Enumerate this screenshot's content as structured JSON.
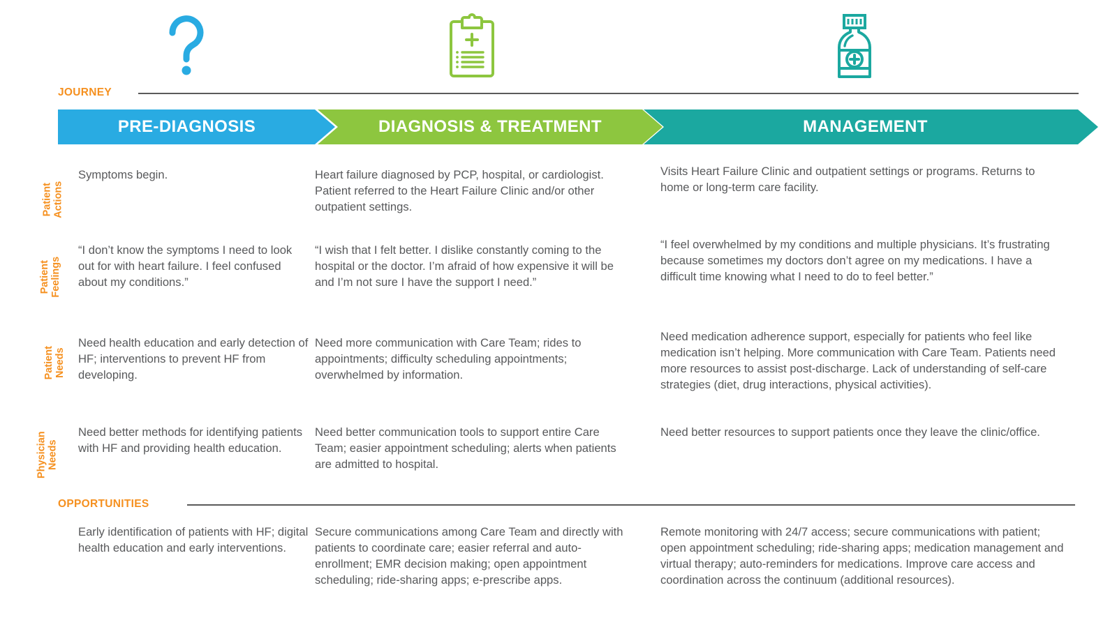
{
  "header": {
    "journey_label": "JOURNEY",
    "opportunities_label": "OPPORTUNITIES"
  },
  "colors": {
    "stage_pre_diagnosis": "#29ABE2",
    "stage_diagnosis_treatment": "#8DC63F",
    "stage_management": "#1BA8A0",
    "accent_orange": "#F5901F",
    "body_text": "#58595B",
    "rule": "#5A5A5A"
  },
  "icons": [
    {
      "name": "question-mark-icon",
      "color": "#29ABE2"
    },
    {
      "name": "medical-clipboard-icon",
      "color": "#8DC63F"
    },
    {
      "name": "medicine-bottle-icon",
      "color": "#1BA8A0"
    }
  ],
  "stages": [
    {
      "label": "PRE-DIAGNOSIS"
    },
    {
      "label": "DIAGNOSIS & TREATMENT"
    },
    {
      "label": "MANAGEMENT"
    }
  ],
  "row_labels": [
    "Patient\nActions",
    "Patient\nFeelings",
    "Patient\nNeeds",
    "Physician\nNeeds"
  ],
  "rows": {
    "patient_actions": {
      "pre_diagnosis": "Symptoms begin.",
      "diagnosis_treatment": "Heart failure diagnosed by PCP, hospital, or cardiologist. Patient referred to the Heart Failure Clinic and/or other outpatient settings.",
      "management": "Visits Heart Failure Clinic and outpatient settings or programs. Returns to home or long-term care facility."
    },
    "patient_feelings": {
      "pre_diagnosis": "“I don’t know the symptoms I need to look out for with heart failure. I feel confused about my conditions.”",
      "diagnosis_treatment": "“I wish that I felt better. I dislike constantly coming to the hospital or the doctor. I’m afraid of how expensive it will be and I’m not sure I have the support I need.”",
      "management": "“I feel overwhelmed by my conditions and multiple physicians. It’s frustrating because sometimes my doctors don’t agree on my medications. I have a difficult time knowing what I need to do to feel better.”"
    },
    "patient_needs": {
      "pre_diagnosis": "Need health education and early detection of HF; interventions to prevent HF from developing.",
      "diagnosis_treatment": "Need more communication with Care Team; rides to appointments; difficulty scheduling appointments; overwhelmed by information.",
      "management": "Need medication adherence support, especially for patients who feel like medication isn’t helping. More communication with Care Team. Patients need more resources to assist post-discharge. Lack of understanding of self-care strategies (diet, drug interactions, physical activities)."
    },
    "physician_needs": {
      "pre_diagnosis": "Need better methods for identifying patients with HF and providing health education.",
      "diagnosis_treatment": "Need better communication tools to support entire Care Team; easier appointment scheduling; alerts when patients are admitted to hospital.",
      "management": "Need better resources to support patients once they leave the clinic/office."
    },
    "opportunities": {
      "pre_diagnosis": "Early identification of patients with HF; digital health education and early interventions.",
      "diagnosis_treatment": "Secure communications among Care Team and directly with patients to coordinate care; easier referral and auto-enrollment; EMR decision making; open appointment scheduling; ride-sharing apps; e-prescribe apps.",
      "management": "Remote monitoring with 24/7 access; secure communications with patient; open appointment scheduling; ride-sharing apps; medication management and virtual therapy; auto-reminders for medications. Improve care access and coordination across the continuum (additional resources)."
    }
  }
}
